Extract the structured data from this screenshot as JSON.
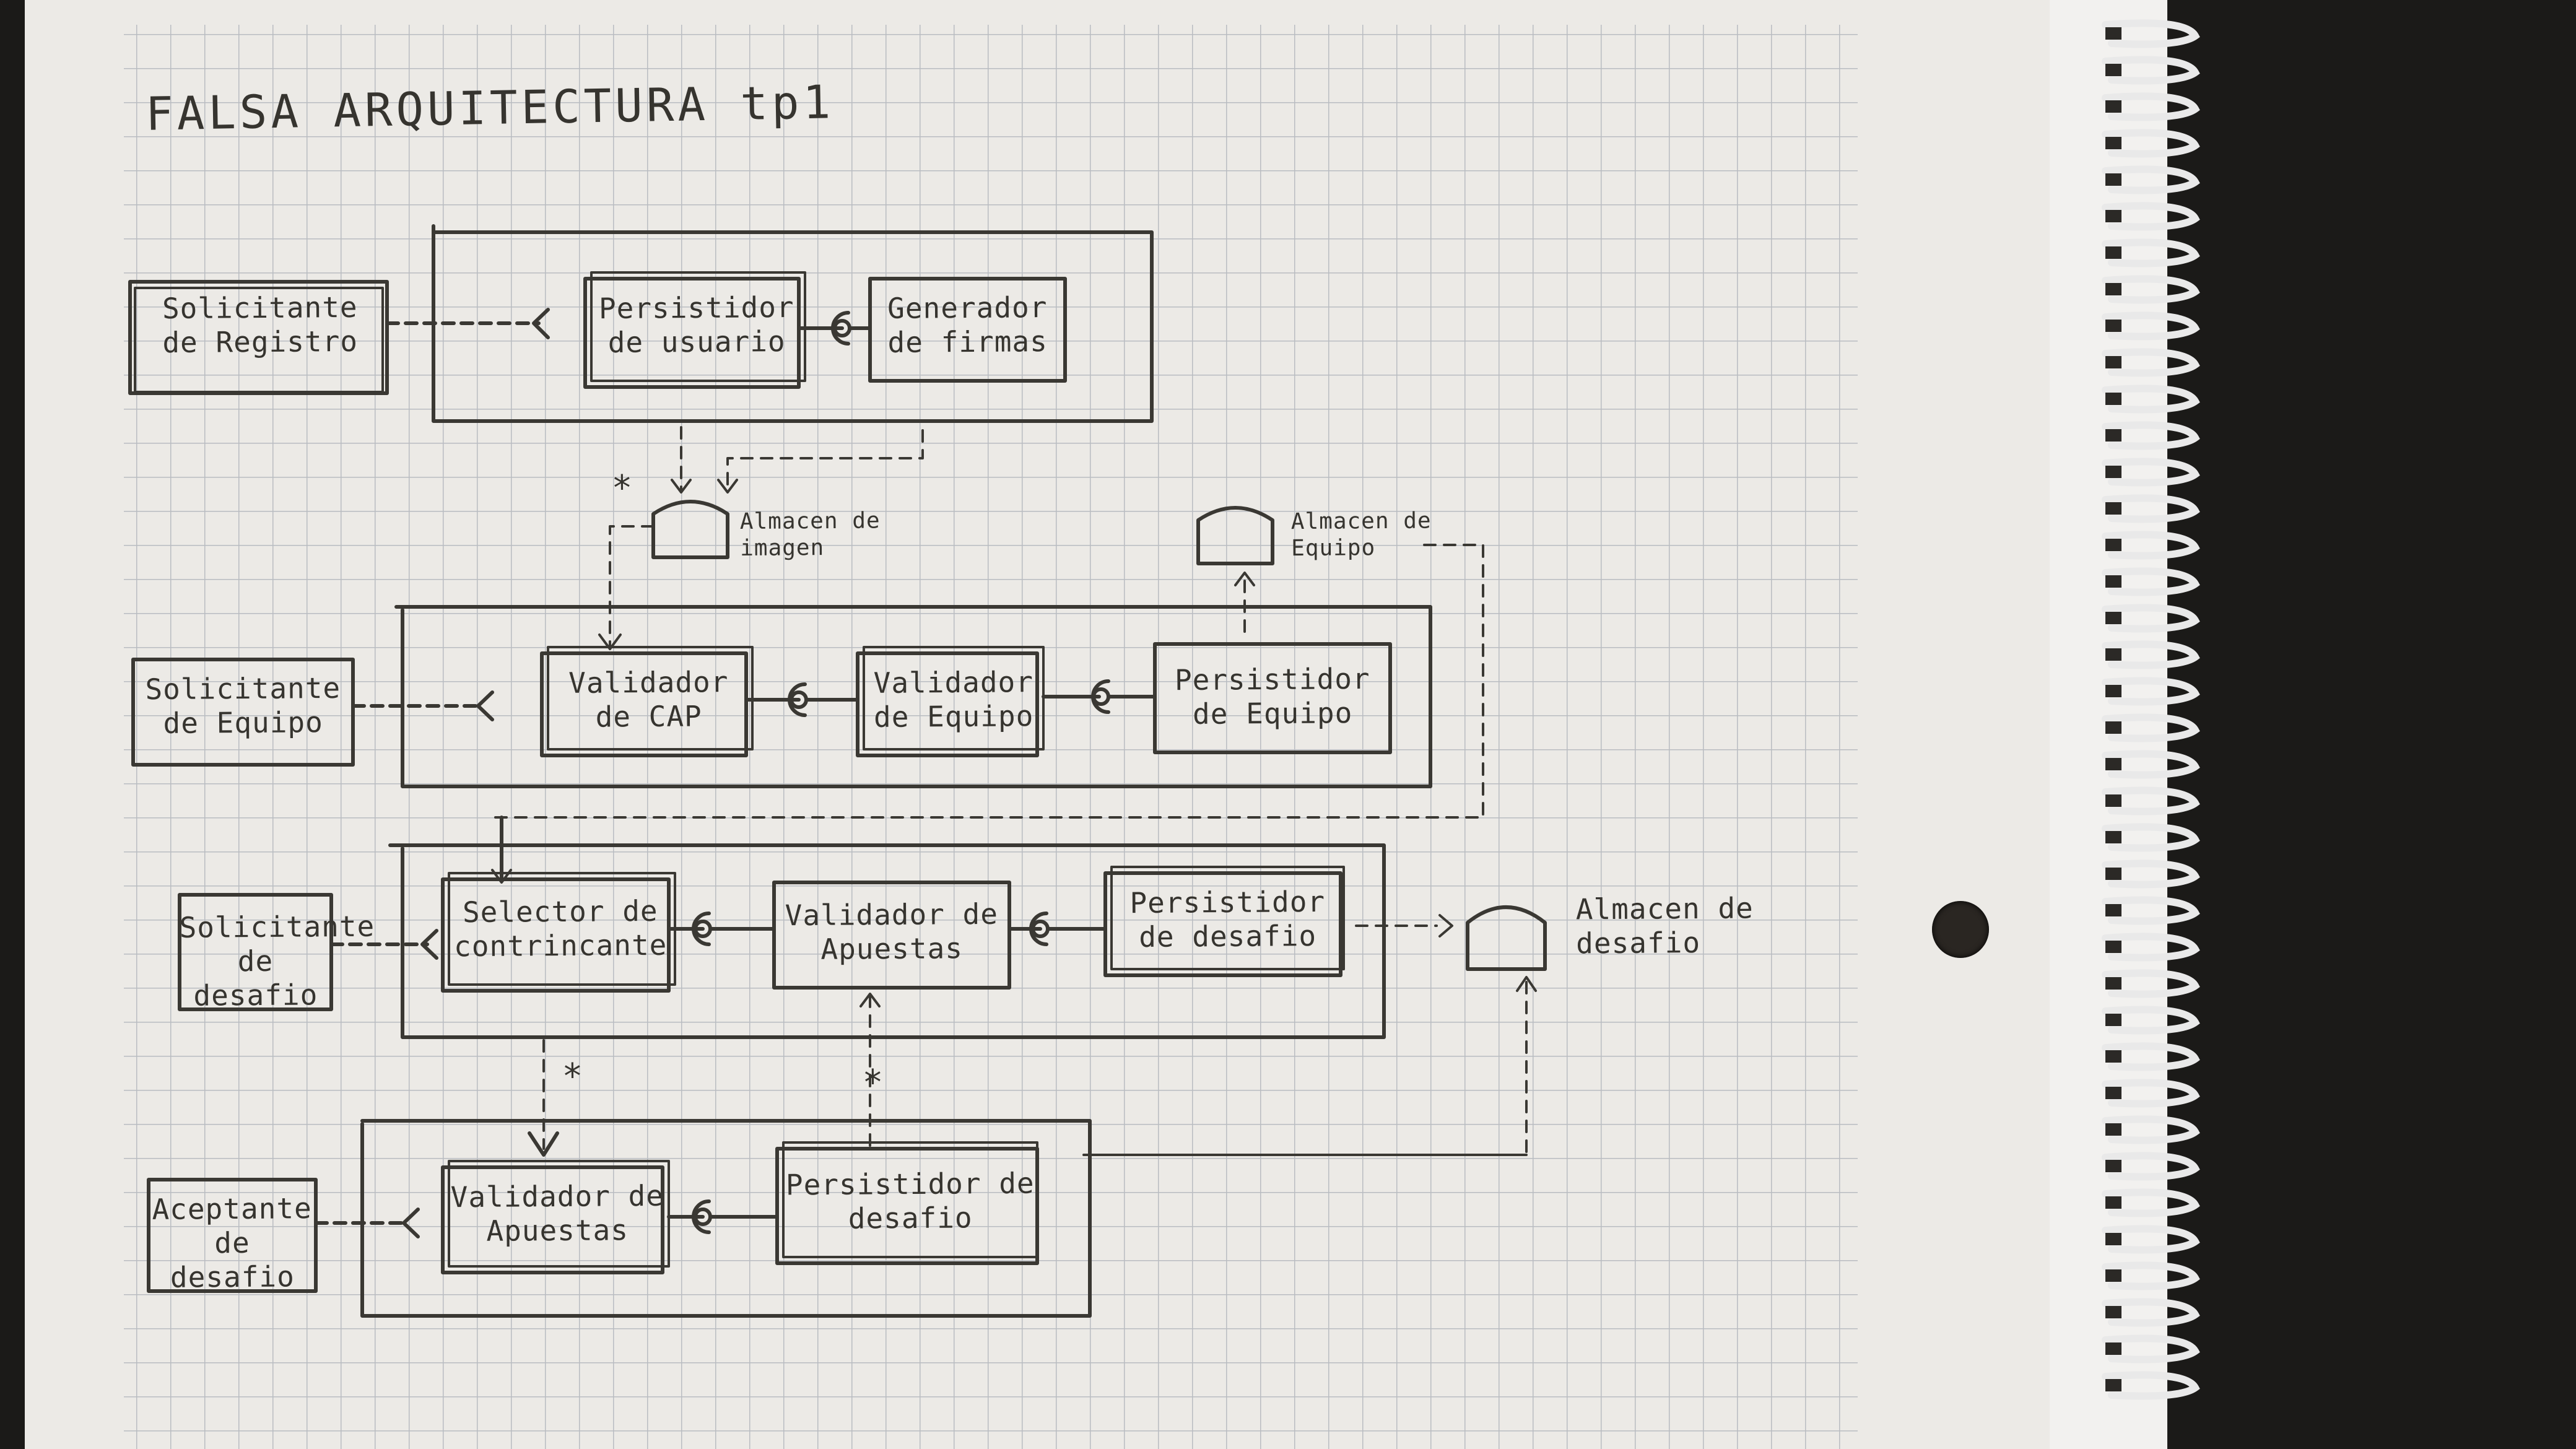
{
  "title": "FALSA ARQUITECTURA tp1",
  "components": {
    "solicitante_registro": "Solicitante de Registro",
    "persistidor_usuario": "Persistidor de usuario",
    "generador_firmas": "Generador de firmas",
    "solicitante_equipo": "Solicitante de Equipo",
    "validador_cap": "Validador de CAP",
    "validador_equipo": "Validador de Equipo",
    "persistidor_equipo": "Persistidor de Equipo",
    "solicitante_desafio": "Solicitante de desafio",
    "selector_contrincante": "Selector de contrincante",
    "validador_apuestas_1": "Validador de Apuestas",
    "persistidor_desafio_1": "Persistidor de desafio",
    "aceptante_desafio": "Aceptante de desafio",
    "validador_apuestas_2": "Validador de Apuestas",
    "persistidor_desafio_2": "Persistidor de desafio"
  },
  "stores": {
    "almacen_imagen": "Almacen de imagen",
    "almacen_equipo": "Almacen de Equipo",
    "almacen_desafio": "Almacen de desafio"
  },
  "multiplicity_marks": [
    "*",
    "*",
    "*"
  ],
  "colors": {
    "paper": "#eceae6",
    "grid": "#b9bcc1",
    "ink": "#3a3833",
    "background": "#1b1a18",
    "spiral": "#e9e9e9"
  }
}
